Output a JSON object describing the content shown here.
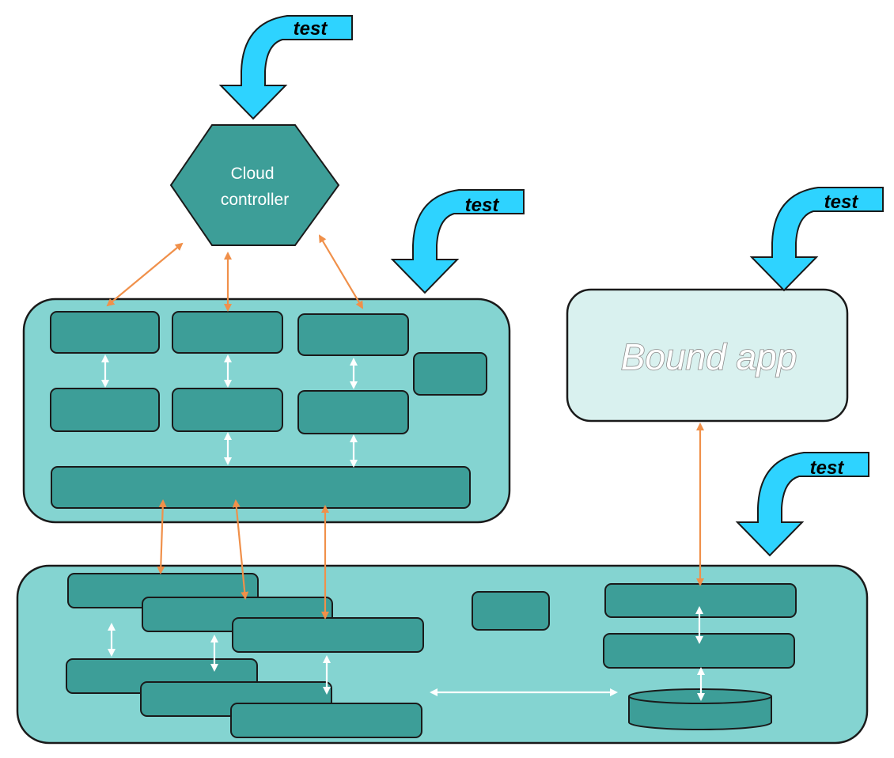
{
  "nodes": {
    "cloud_controller": "Cloud\ncontroller",
    "bound_app": "Bound app"
  },
  "test_labels": [
    "test",
    "test",
    "test",
    "test"
  ],
  "colors": {
    "box_fill": "#3d9e98",
    "panel_fill": "#84d4d1",
    "bound_app_fill": "#d9f1ef",
    "connector": "#f0904a",
    "internal_connector": "#ffffff",
    "test_arrow": "#2ed3ff"
  },
  "icons": {
    "test_arrow": "curved-down-arrow-icon"
  }
}
